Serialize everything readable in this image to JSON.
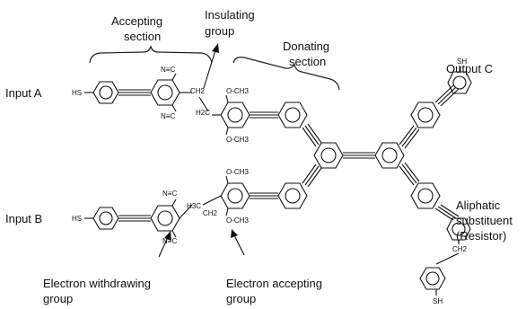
{
  "labels": {
    "accepting_section": [
      "Accepting",
      "section"
    ],
    "insulating_group": [
      "Insulating",
      "group"
    ],
    "donating_section": [
      "Donating",
      "section"
    ],
    "output_c": "Output C",
    "input_a": "Input A",
    "input_b": "Input B",
    "aliphatic": [
      "Aliphatic",
      "substituent",
      "(Resistor)"
    ],
    "electron_withdrawing": [
      "Electron withdrawing",
      "group"
    ],
    "electron_accepting": [
      "Electron accepting",
      "group"
    ]
  },
  "chem": {
    "hs_a": "HS",
    "hs_b": "HS",
    "nc_a_top": "N≡C",
    "nc_a_bottom": "N≡C",
    "nc_b_top": "N≡C",
    "nc_b_bottom": "N≡C",
    "ch2_a": "CH2",
    "h2c_a": "H2C",
    "h3c_b": "H3C",
    "ch2_b": "CH2",
    "och3_a_top": "O-CH3",
    "och3_a_bottom": "O-CH3",
    "och3_b_top": "O-CH3",
    "och3_b_bottom": "O-CH3",
    "sh_out": "SH",
    "ch2_res": "CH2",
    "sh_res": "SH"
  }
}
